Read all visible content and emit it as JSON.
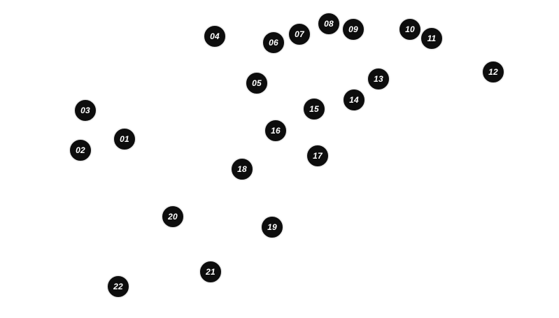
{
  "colors": {
    "background": "#ffffff",
    "marker_fill": "#0d0d0d",
    "marker_text": "#ffffff"
  },
  "markers": [
    {
      "label": "01"
    },
    {
      "label": "02"
    },
    {
      "label": "03"
    },
    {
      "label": "04"
    },
    {
      "label": "05"
    },
    {
      "label": "06"
    },
    {
      "label": "07"
    },
    {
      "label": "08"
    },
    {
      "label": "09"
    },
    {
      "label": "10"
    },
    {
      "label": "11"
    },
    {
      "label": "12"
    },
    {
      "label": "13"
    },
    {
      "label": "14"
    },
    {
      "label": "15"
    },
    {
      "label": "16"
    },
    {
      "label": "17"
    },
    {
      "label": "18"
    },
    {
      "label": "19"
    },
    {
      "label": "20"
    },
    {
      "label": "21"
    },
    {
      "label": "22"
    }
  ]
}
